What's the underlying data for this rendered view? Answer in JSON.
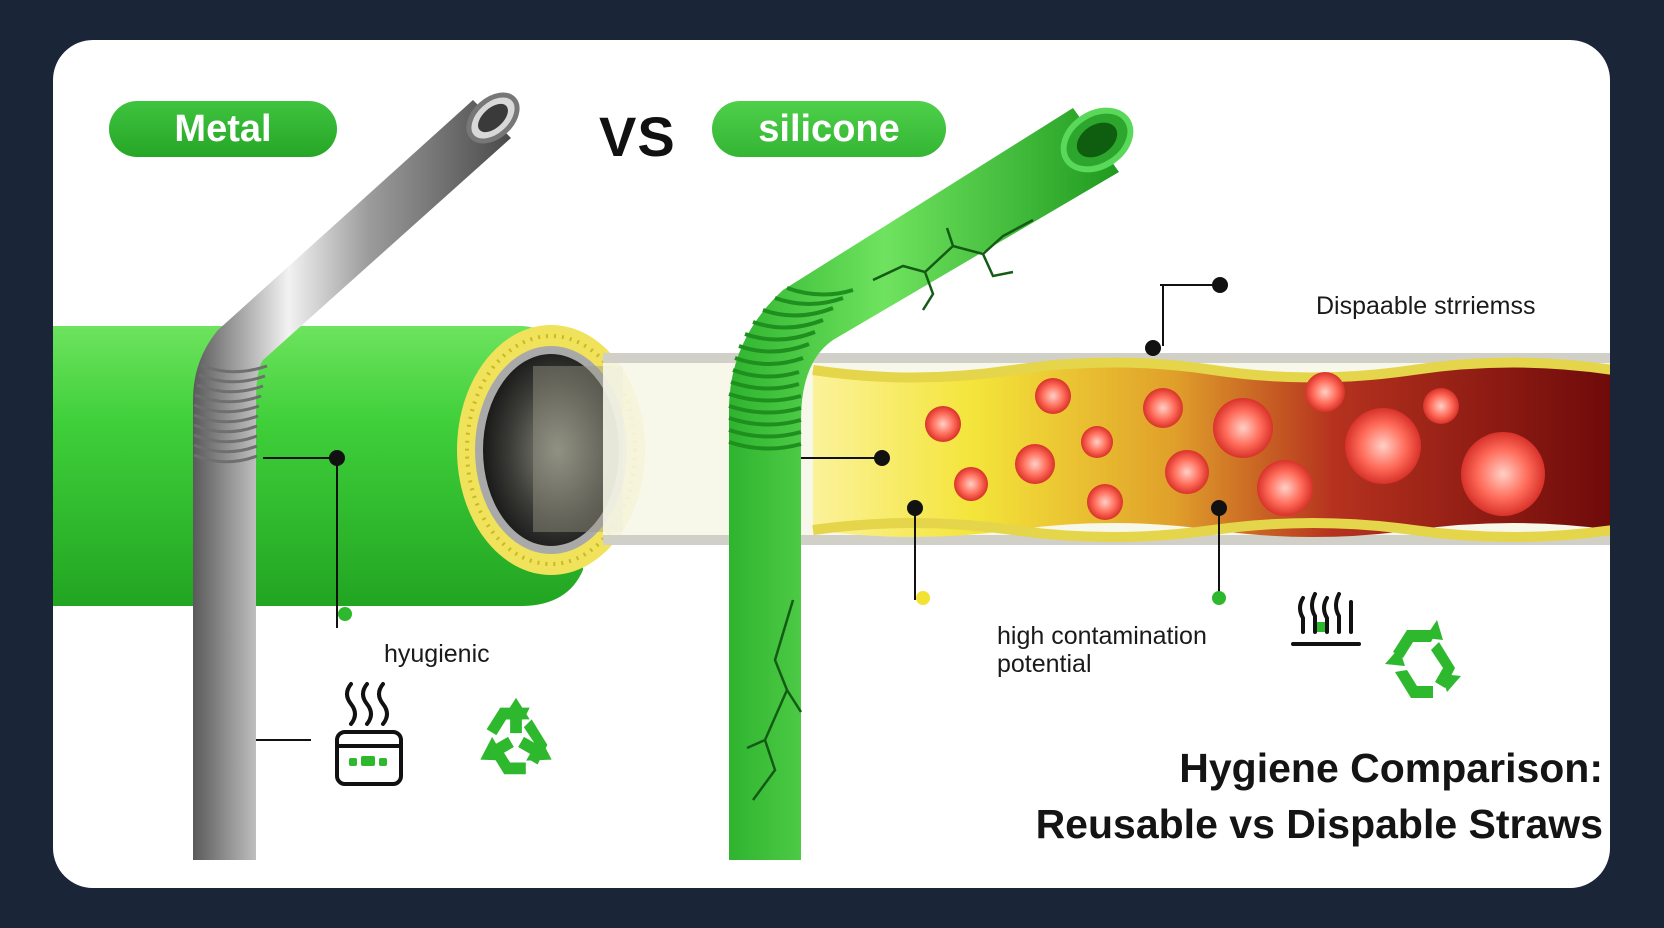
{
  "header": {
    "left_label": "Metal",
    "vs_label": "VS",
    "right_label": "silicone"
  },
  "callouts": {
    "disposable": "Dispaable strriemss",
    "hygienic": "hyugienic",
    "contamination_line1": "high contamination",
    "contamination_line2": "potential"
  },
  "title": {
    "line1": "Hygiene Comparison:",
    "line2": "Reusable vs Dispable Straws"
  },
  "icons": {
    "left_steam": "steam-container-icon",
    "left_recycle": "recycle-icon",
    "right_bars": "waves-bars-icon",
    "right_recycle": "recycle-icon"
  },
  "colors": {
    "accent_green": "#2db82d",
    "background_frame": "#1b2538",
    "contamination_red": "#8b0f10",
    "highlight_yellow": "#f1e233"
  }
}
